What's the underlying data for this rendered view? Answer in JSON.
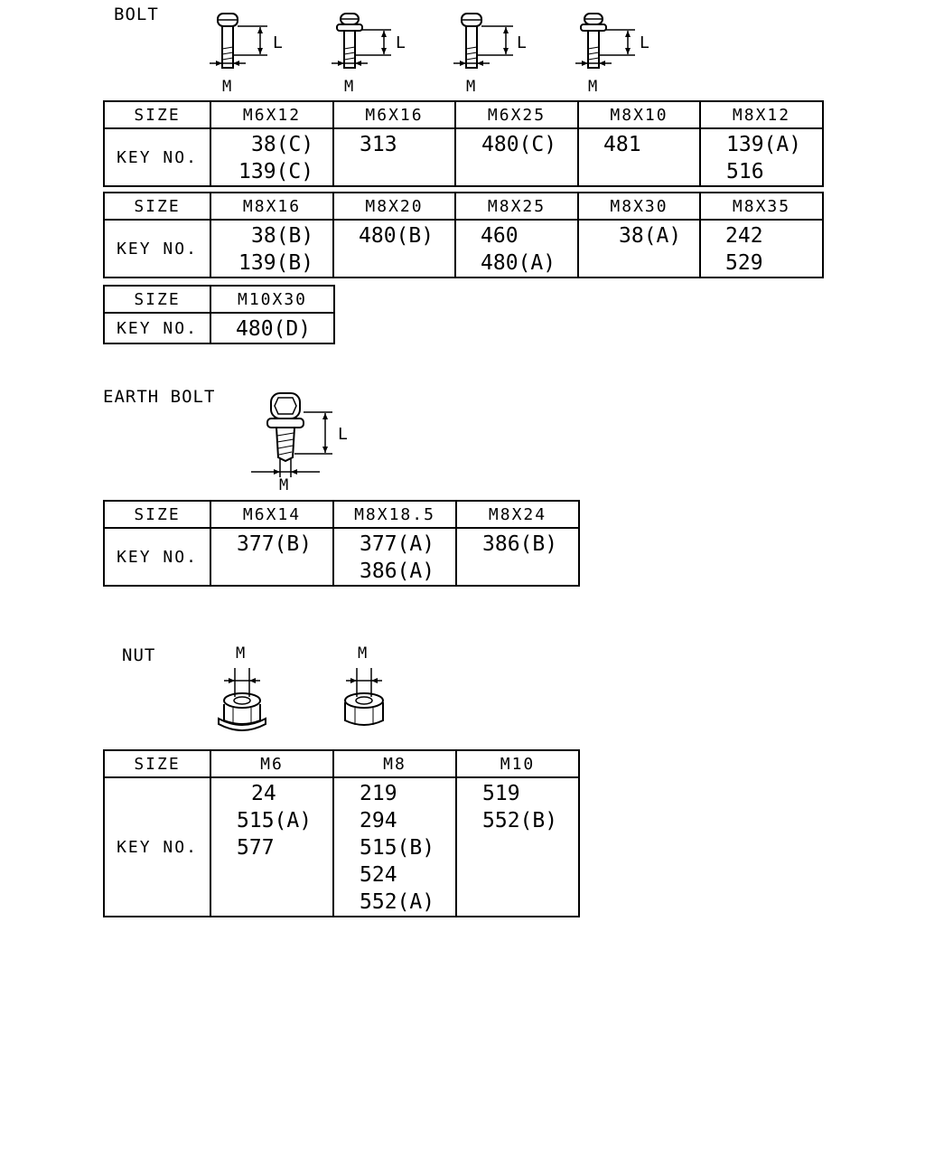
{
  "bolt": {
    "title": "BOLT",
    "icons": [
      {
        "name": "hex-bolt-icon",
        "m": "M",
        "l": "L"
      },
      {
        "name": "flange-bolt-icon",
        "m": "M",
        "l": "L"
      },
      {
        "name": "hex-bolt-icon",
        "m": "M",
        "l": "L"
      },
      {
        "name": "flange-bolt-icon",
        "m": "M",
        "l": "L"
      }
    ],
    "tables": [
      {
        "size_label": "SIZE",
        "key_label": "KEY NO.",
        "columns": [
          {
            "size": "M6X12",
            "keys": [
              "38(C)",
              "139(C)"
            ]
          },
          {
            "size": "M6X16",
            "keys": [
              "313"
            ]
          },
          {
            "size": "M6X25",
            "keys": [
              "480(C)"
            ]
          },
          {
            "size": "M8X10",
            "keys": [
              "481"
            ]
          },
          {
            "size": "M8X12",
            "keys": [
              "139(A)",
              "516"
            ]
          }
        ]
      },
      {
        "size_label": "SIZE",
        "key_label": "KEY NO.",
        "columns": [
          {
            "size": "M8X16",
            "keys": [
              "38(B)",
              "139(B)"
            ]
          },
          {
            "size": "M8X20",
            "keys": [
              "480(B)"
            ]
          },
          {
            "size": "M8X25",
            "keys": [
              "460",
              "480(A)"
            ]
          },
          {
            "size": "M8X30",
            "keys": [
              "38(A)"
            ]
          },
          {
            "size": "M8X35",
            "keys": [
              "242",
              "529"
            ]
          }
        ]
      },
      {
        "size_label": "SIZE",
        "key_label": "KEY NO.",
        "columns": [
          {
            "size": "M10X30",
            "keys": [
              "480(D)"
            ]
          }
        ]
      }
    ]
  },
  "earth_bolt": {
    "title": "EARTH BOLT",
    "icon": {
      "name": "earth-bolt-icon",
      "m": "M",
      "l": "L"
    },
    "table": {
      "size_label": "SIZE",
      "key_label": "KEY NO.",
      "columns": [
        {
          "size": "M6X14",
          "keys": [
            "377(B)"
          ]
        },
        {
          "size": "M8X18.5",
          "keys": [
            "377(A)",
            "386(A)"
          ]
        },
        {
          "size": "M8X24",
          "keys": [
            "386(B)"
          ]
        }
      ]
    }
  },
  "nut": {
    "title": "NUT",
    "icons": [
      {
        "name": "flange-nut-icon",
        "m": "M"
      },
      {
        "name": "hex-nut-icon",
        "m": "M"
      }
    ],
    "table": {
      "size_label": "SIZE",
      "key_label": "KEY NO.",
      "columns": [
        {
          "size": "M6",
          "keys": [
            "24",
            "515(A)",
            "577"
          ]
        },
        {
          "size": "M8",
          "keys": [
            "219",
            "294",
            "515(B)",
            "524",
            "552(A)"
          ]
        },
        {
          "size": "M10",
          "keys": [
            "519",
            "552(B)"
          ]
        }
      ]
    }
  }
}
